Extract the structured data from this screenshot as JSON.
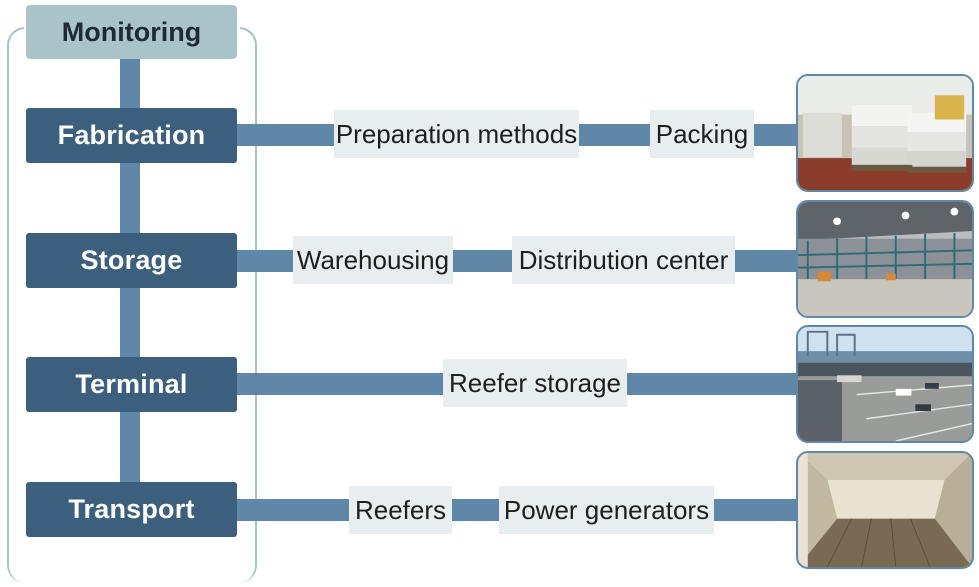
{
  "monitoring": {
    "label": "Monitoring"
  },
  "rows": [
    {
      "stage": "Fabrication",
      "labels": [
        "Preparation methods",
        "Packing"
      ],
      "photo": "packed-pallets-photo"
    },
    {
      "stage": "Storage",
      "labels": [
        "Warehousing",
        "Distribution center"
      ],
      "photo": "warehouse-photo"
    },
    {
      "stage": "Terminal",
      "labels": [
        "Reefer storage"
      ],
      "photo": "container-terminal-photo"
    },
    {
      "stage": "Transport",
      "labels": [
        "Reefers",
        "Power generators"
      ],
      "photo": "reefer-interior-photo"
    }
  ],
  "colors": {
    "stage_fill": "#3d5f7e",
    "connector": "#5f88a8",
    "monitor_fill": "#a8c4c9",
    "label_fill": "#e8eef0"
  }
}
